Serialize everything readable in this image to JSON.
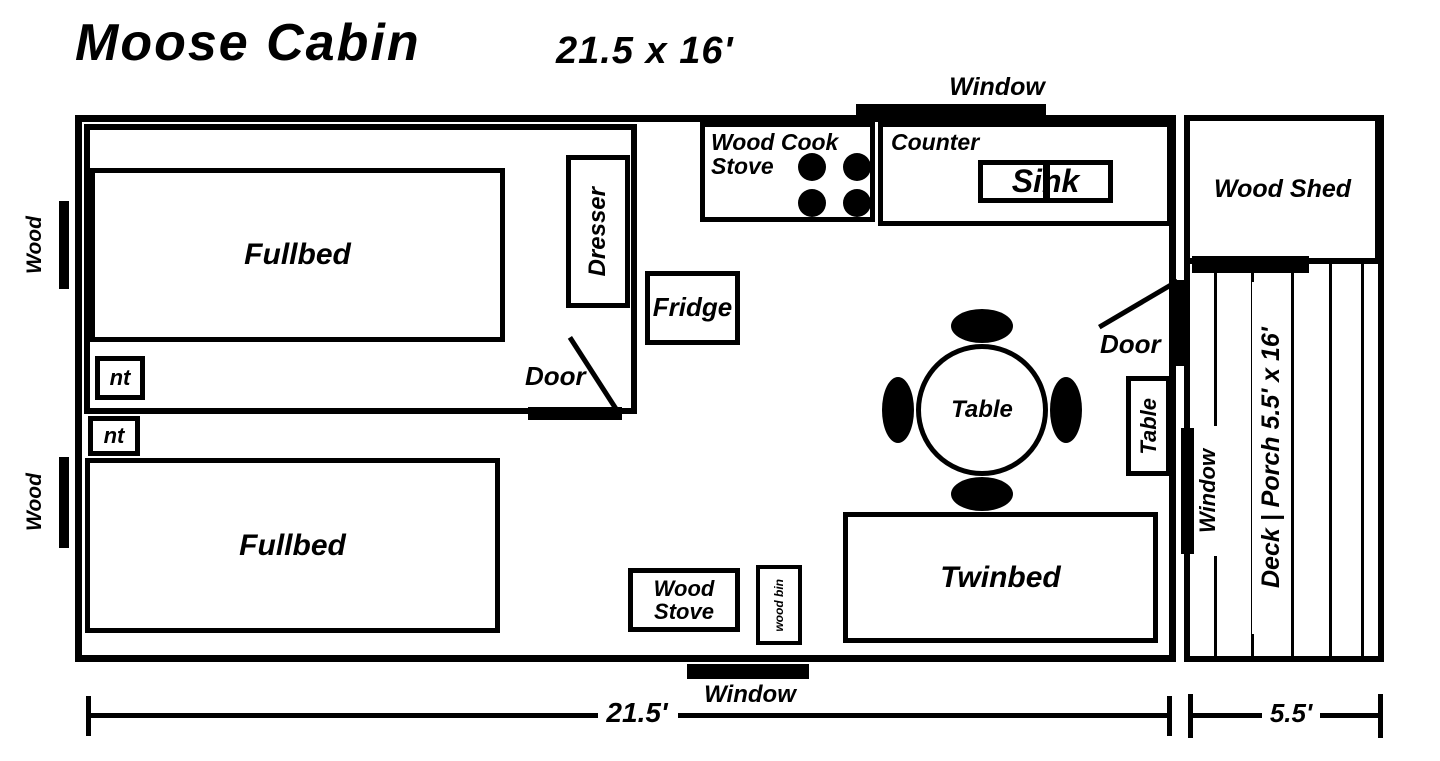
{
  "title": {
    "name": "Moose Cabin",
    "size": "21.5 x 16'"
  },
  "rooms": {
    "wood_shed": "Wood Shed",
    "deck_porch": "Deck | Porch 5.5' x 16'"
  },
  "furniture": {
    "fullbed_upper": "Fullbed",
    "fullbed_lower": "Fullbed",
    "nightstand_upper": "nt",
    "nightstand_lower": "nt",
    "dresser": "Dresser",
    "fridge": "Fridge",
    "wood_cook_stove_line1": "Wood Cook",
    "wood_cook_stove_line2": "Stove",
    "counter": "Counter",
    "sink": "Sink",
    "table_round": "Table",
    "table_side": "Table",
    "twinbed": "Twinbed",
    "wood_stove_line1": "Wood",
    "wood_stove_line2": "Stove",
    "wood_bin": "wood bin"
  },
  "openings": {
    "window_top": "Window",
    "window_bottom": "Window",
    "window_right": "Window",
    "door_bedroom": "Door",
    "door_entry": "Door"
  },
  "exterior": {
    "wood_pile_upper": "Wood",
    "wood_pile_lower": "Wood"
  },
  "measurements": {
    "cabin_width": "21.5'",
    "deck_width": "5.5'"
  },
  "colors": {
    "ink": "#000000",
    "paper": "#ffffff"
  }
}
